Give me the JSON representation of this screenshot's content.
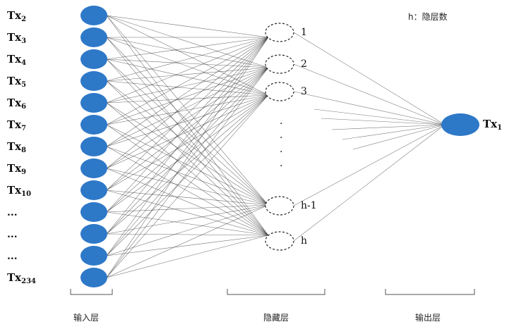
{
  "note": "h：隐层数",
  "input_layer": {
    "caption": "输入层",
    "nodes": [
      {
        "base": "Tx",
        "sub": "2"
      },
      {
        "base": "Tx",
        "sub": "3"
      },
      {
        "base": "Tx",
        "sub": "4"
      },
      {
        "base": "Tx",
        "sub": "5"
      },
      {
        "base": "Tx",
        "sub": "6"
      },
      {
        "base": "Tx",
        "sub": "7"
      },
      {
        "base": "Tx",
        "sub": "8"
      },
      {
        "base": "Tx",
        "sub": "9"
      },
      {
        "base": "Tx",
        "sub": "10"
      },
      {
        "base": "...",
        "sub": ""
      },
      {
        "base": "...",
        "sub": ""
      },
      {
        "base": "...",
        "sub": ""
      },
      {
        "base": "Tx",
        "sub": "234"
      }
    ]
  },
  "hidden_layer": {
    "caption": "隐藏层",
    "nodes": [
      "1",
      "2",
      "3",
      "h-1",
      "h"
    ],
    "ellipsis": "·"
  },
  "output_layer": {
    "caption": "输出层",
    "node": {
      "base": "Tx",
      "sub": "1"
    }
  },
  "colors": {
    "node_fill": "#2e78c8",
    "line": "#3a3a3a"
  }
}
